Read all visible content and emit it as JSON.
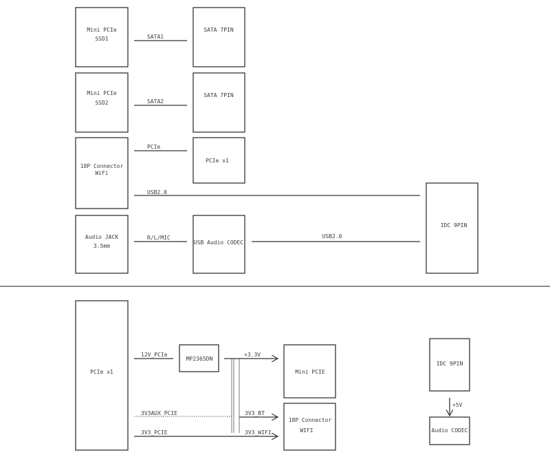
{
  "top": {
    "blocks": {
      "mini_pcie_ssd1": [
        "Mini PCIe",
        "SSD1"
      ],
      "mini_pcie_ssd2": [
        "Mini PCIe",
        "SSD2"
      ],
      "connector_wifi": [
        "18P Connector",
        "WiFi"
      ],
      "audio_jack": [
        "Audio JACK",
        "3.5mm"
      ],
      "sata_7pin_1": "SATA 7PIN",
      "sata_7pin_2": "SATA 7PIN",
      "pcie_x1": "PCIe x1",
      "usb_audio_codec": "USB Audio CODEC",
      "idc_9pin": "IDC 9PIN"
    },
    "signals": {
      "sata1": "SATA1",
      "sata2": "SATA2",
      "pcie": "PCIe",
      "usb_wifi": "USB2.0",
      "rlmic": "R/L/MIC",
      "usb_codec": "USB2.0"
    }
  },
  "bottom": {
    "blocks": {
      "pcie_x1": "PCIe x1",
      "mp2365dn": "MP2365DN",
      "mini_pcie": "Mini PCIE",
      "connector_wifi": [
        "18P Connector",
        "WIFI"
      ],
      "idc_9pin": "IDC 9PIN",
      "audio_codec": "Audio CODEC"
    },
    "rails": {
      "v12_pcie": "12V_PCIe",
      "v3v3aux": "3V3AUX_PCIE",
      "v3v3_pcie": "3V3_PCIE",
      "plus_3v3": "+3.3V",
      "v3v3_bt": "3V3_BT",
      "v3v3_wifi": "3V3_WIFI",
      "plus_5v": "+5V"
    }
  }
}
